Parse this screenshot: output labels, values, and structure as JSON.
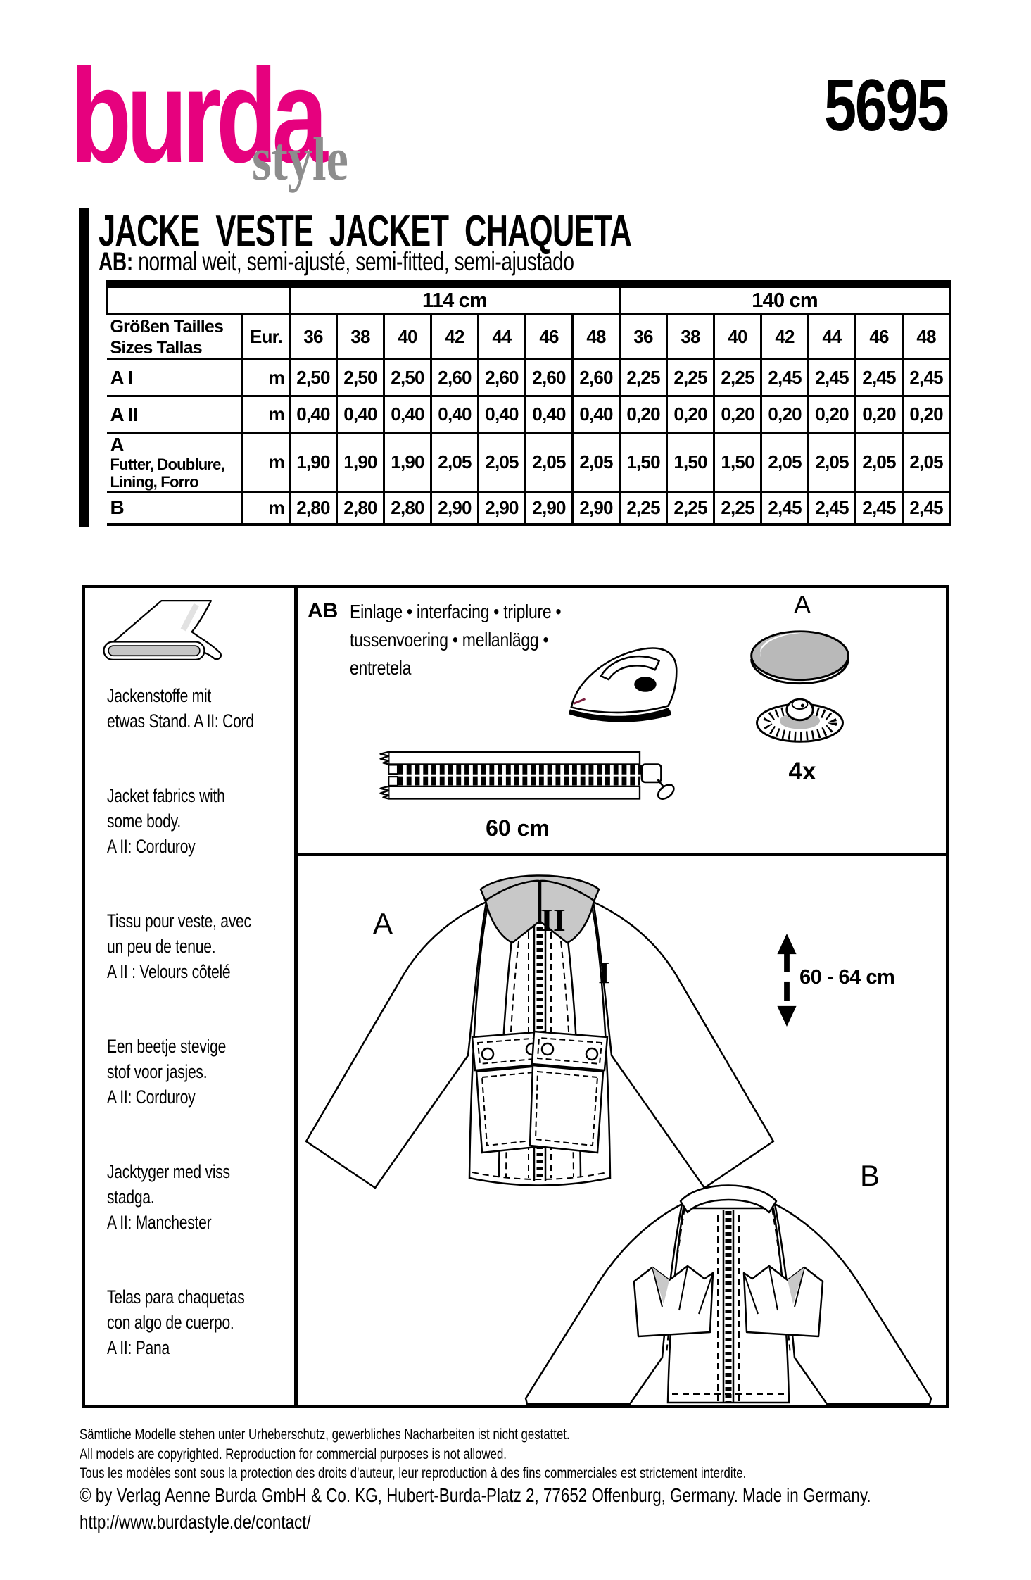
{
  "brand": {
    "logo_main": "burda",
    "logo_sub": "style",
    "pattern_number": "5695"
  },
  "colors": {
    "brand_pink": "#e6017e",
    "logo_gray": "#8d8d8d",
    "collar_gray": "#c8c8c8"
  },
  "header": {
    "title": "JACKE  VESTE  JACKET  CHAQUETA",
    "subtitle_prefix": "AB:",
    "subtitle_rest": " normal weit, semi-ajusté, semi-fitted, semi-ajustado"
  },
  "table": {
    "width_headers": [
      "114 cm",
      "140 cm"
    ],
    "size_label": "Größen  Tailles\nSizes  Tallas",
    "eur_label": "Eur.",
    "sizes": [
      "36",
      "38",
      "40",
      "42",
      "44",
      "46",
      "48"
    ],
    "rows": [
      {
        "label": "A I",
        "sublabel": "",
        "unit": "m",
        "values_114": [
          "2,50",
          "2,50",
          "2,50",
          "2,60",
          "2,60",
          "2,60",
          "2,60"
        ],
        "values_140": [
          "2,25",
          "2,25",
          "2,25",
          "2,45",
          "2,45",
          "2,45",
          "2,45"
        ]
      },
      {
        "label": "A II",
        "sublabel": "",
        "unit": "m",
        "values_114": [
          "0,40",
          "0,40",
          "0,40",
          "0,40",
          "0,40",
          "0,40",
          "0,40"
        ],
        "values_140": [
          "0,20",
          "0,20",
          "0,20",
          "0,20",
          "0,20",
          "0,20",
          "0,20"
        ]
      },
      {
        "label": "A",
        "sublabel": "Futter, Doublure,\nLining, Forro",
        "unit": "m",
        "values_114": [
          "1,90",
          "1,90",
          "1,90",
          "2,05",
          "2,05",
          "2,05",
          "2,05"
        ],
        "values_140": [
          "1,50",
          "1,50",
          "1,50",
          "2,05",
          "2,05",
          "2,05",
          "2,05"
        ]
      },
      {
        "label": "B",
        "sublabel": "",
        "unit": "m",
        "values_114": [
          "2,80",
          "2,80",
          "2,80",
          "2,90",
          "2,90",
          "2,90",
          "2,90"
        ],
        "values_140": [
          "2,25",
          "2,25",
          "2,25",
          "2,45",
          "2,45",
          "2,45",
          "2,45"
        ]
      }
    ]
  },
  "sidebar": {
    "fabric_notes": [
      "Jackenstoffe mit\netwas Stand. A II: Cord",
      "Jacket fabrics with\nsome body.\nA II: Corduroy",
      "Tissu pour veste, avec\nun peu de tenue.\nA II : Velours côtelé",
      "Een beetje stevige\nstof voor jasjes.\nA II: Corduroy",
      "Jacktyger med viss\nstadga.\nA II: Manchester",
      "Telas para chaquetas\ncon algo de cuerpo.\nA II: Pana"
    ]
  },
  "notions": {
    "ab_label": "AB",
    "interfacing_text": "Einlage • interfacing • triplure •\ntussenvoering • mellanlägg •\nentretela",
    "zipper_length": "60 cm",
    "button_view": "A",
    "button_count": "4x"
  },
  "drawings": {
    "view_a_label": "A",
    "view_b_label": "B",
    "collar_variant_label": "II",
    "pocket_variant_label": "I",
    "length_label": "60 - 64 cm"
  },
  "footer": {
    "line_de": "Sämtliche Modelle stehen unter Urheberschutz, gewerbliches Nacharbeiten ist nicht gestattet.",
    "line_en": "All models are copyrighted. Reproduction for commercial purposes is not allowed.",
    "line_fr": "Tous les modèles sont sous la protection des droits d'auteur, leur reproduction à des fins commerciales est strictement interdite.",
    "line_copyright": "© by Verlag Aenne Burda GmbH & Co. KG, Hubert-Burda-Platz 2, 77652 Offenburg, Germany. Made in Germany.",
    "line_url": "http://www.burdastyle.de/contact/"
  }
}
